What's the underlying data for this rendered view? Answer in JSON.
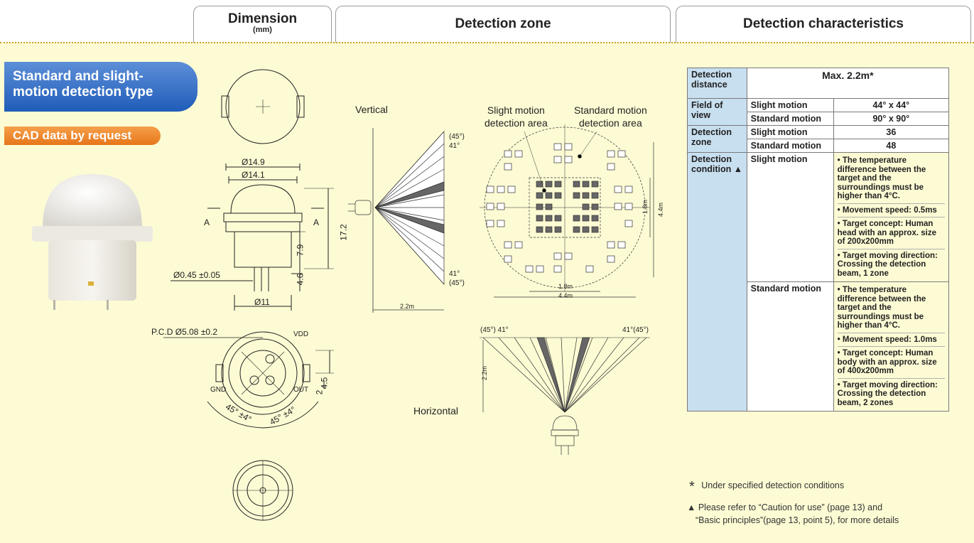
{
  "tabs": {
    "dimension": "Dimension",
    "dimension_unit": "(mm)",
    "detection_zone": "Detection zone",
    "detection_characteristics": "Detection characteristics"
  },
  "badges": {
    "type_line1": "Standard and slight-",
    "type_line2": "motion detection type",
    "cad": "CAD data by request"
  },
  "dimension_labels": {
    "d149": "Ø14.9",
    "d141": "Ø14.1",
    "a_left": "A",
    "a_right": "A",
    "h172": "17.2",
    "h79": "7.9",
    "h46": "4.6",
    "pin": "Ø0.45 ±0.05",
    "d11": "Ø11",
    "pcd": "P.C.D Ø5.08 ±0.2",
    "vdd": "VDD",
    "gnd": "GND",
    "out": "OUT",
    "w45": "4.5",
    "w2": "2",
    "ang_left": "45° ±4°",
    "ang_right": "45° ±4°"
  },
  "zone_labels": {
    "vertical": "Vertical",
    "horizontal": "Horizontal",
    "slight_area_1": "Slight motion",
    "slight_area_2": "detection area",
    "standard_area_1": "Standard motion",
    "standard_area_2": "detection area",
    "ang45_top": "(45°)",
    "ang41_top": "41°",
    "ang41_bot": "41°",
    "ang45_bot": "(45°)",
    "dist_v": "2.2m",
    "grid_18h": "1.8m",
    "grid_44h": "4.4m",
    "grid_18w": "1.8m",
    "grid_44w": "4.4m",
    "h_left": "(45°) 41°",
    "h_right": "41°(45°)",
    "dist_h": "2.2m"
  },
  "table": {
    "distance_label": "Detection distance",
    "distance_value": "Max. 2.2m*",
    "fov_label": "Field of view",
    "slight": "Slight motion",
    "standard": "Standard motion",
    "fov_slight": "44° x 44°",
    "fov_standard": "90° x 90°",
    "zone_label": "Detection zone",
    "zone_slight": "36",
    "zone_standard": "48",
    "condition_label": "Detection condition ▲",
    "cond_slight": [
      "• The temperature difference between the target and the surroundings must be higher than 4°C.",
      "• Movement speed: 0.5ms",
      "• Target concept: Human head with an approx. size of 200x200mm",
      "• Target moving direction: Crossing the detection beam, 1 zone"
    ],
    "cond_standard": [
      "• The temperature difference between the target and the surroundings must be higher than 4°C.",
      "• Movement speed: 1.0ms",
      "• Target concept: Human body with an approx. size of 400x200mm",
      "• Target moving direction: Crossing the detection beam, 2 zones"
    ]
  },
  "notes": {
    "star": "*",
    "star_text": "Under specified detection conditions",
    "tri_line1": "▲ Please refer to “Caution for use” (page 13) and",
    "tri_line2": "“Basic principles”(page 13, point 5), for more details"
  }
}
